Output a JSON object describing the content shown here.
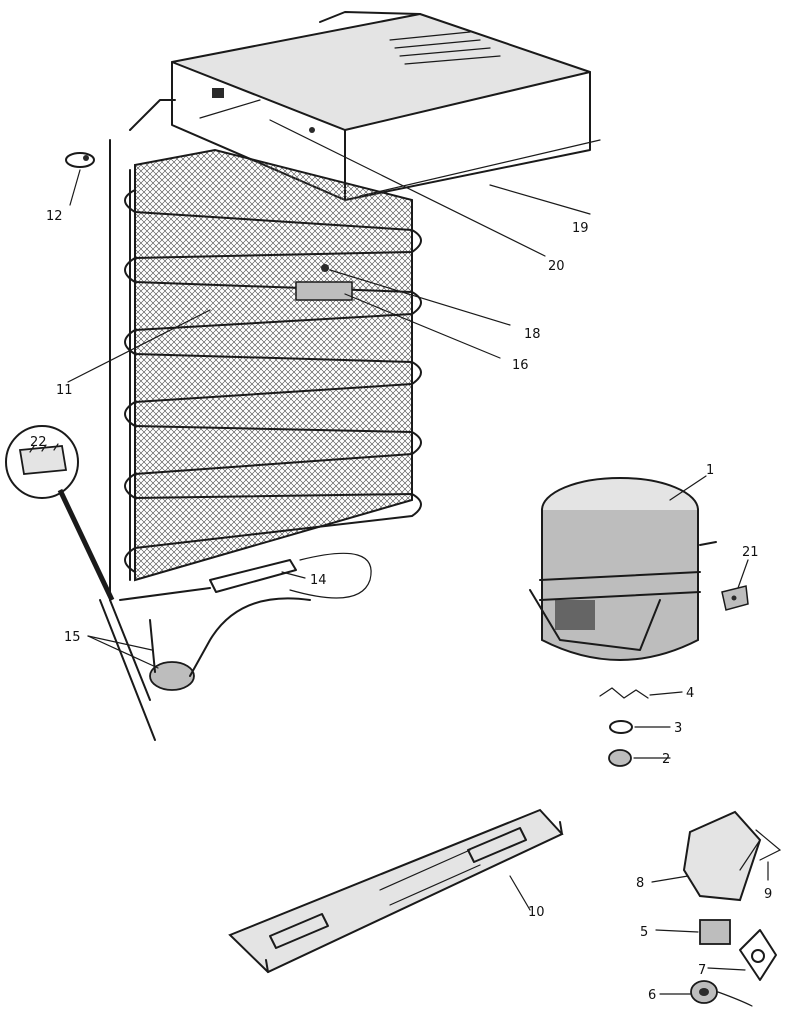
{
  "parts": [
    {
      "id": "p1",
      "name": "compressor",
      "label": "1"
    },
    {
      "id": "p2",
      "name": "grommet",
      "label": "2"
    },
    {
      "id": "p3",
      "name": "sleeve",
      "label": "3"
    },
    {
      "id": "p4",
      "name": "clip",
      "label": "4"
    },
    {
      "id": "p5",
      "name": "relay",
      "label": "5"
    },
    {
      "id": "p6",
      "name": "overload",
      "label": "6"
    },
    {
      "id": "p7",
      "name": "bracket",
      "label": "7"
    },
    {
      "id": "p8",
      "name": "cover",
      "label": "8"
    },
    {
      "id": "p9",
      "name": "clip-wire",
      "label": "9"
    },
    {
      "id": "p10",
      "name": "drain-pan",
      "label": "10"
    },
    {
      "id": "p11",
      "name": "condenser",
      "label": "11"
    },
    {
      "id": "p12",
      "name": "clamp",
      "label": "12"
    },
    {
      "id": "p14",
      "name": "drier",
      "label": "14"
    },
    {
      "id": "p15",
      "name": "thermostat",
      "label": "15"
    },
    {
      "id": "p16",
      "name": "bracket-plate",
      "label": "16"
    },
    {
      "id": "p18",
      "name": "screw",
      "label": "18"
    },
    {
      "id": "p19",
      "name": "shelf-plate",
      "label": "19"
    },
    {
      "id": "p20",
      "name": "screw-top",
      "label": "20"
    },
    {
      "id": "p21",
      "name": "mount-clip",
      "label": "21"
    },
    {
      "id": "p22",
      "name": "connector",
      "label": "22"
    }
  ]
}
